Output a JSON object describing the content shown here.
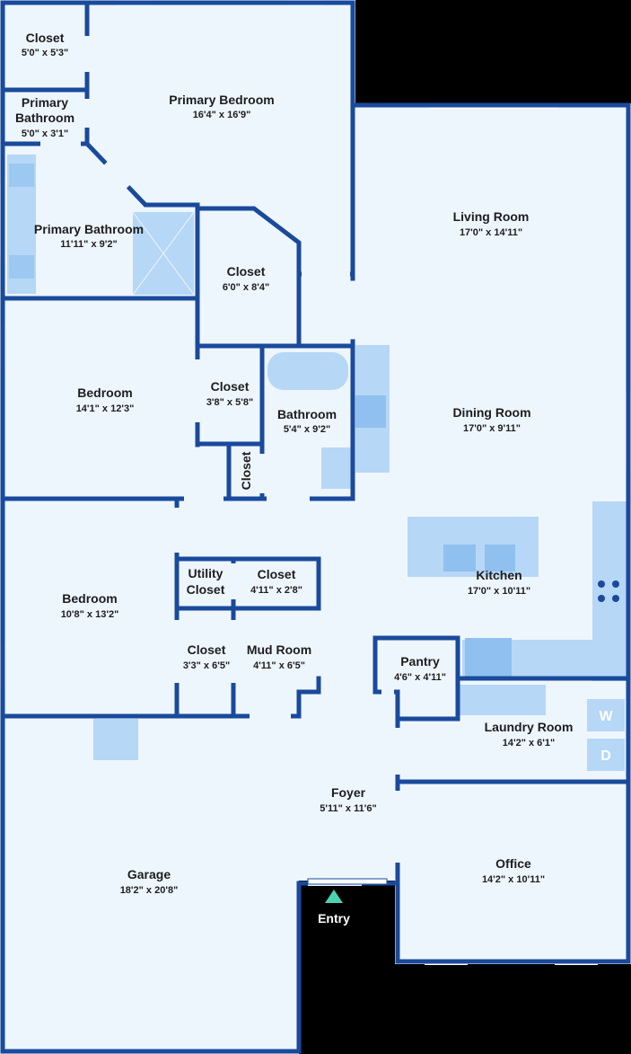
{
  "rooms": {
    "closet_top": {
      "name": "Closet",
      "dim": "5'0\" x 5'3\""
    },
    "primary_bedroom": {
      "name": "Primary Bedroom",
      "dim": "16'4\" x 16'9\""
    },
    "primary_bath_small": {
      "name_line1": "Primary",
      "name_line2": "Bathroom",
      "dim": "5'0\" x 3'1\""
    },
    "primary_bathroom": {
      "name": "Primary Bathroom",
      "dim": "11'11\" x 9'2\""
    },
    "closet_walkin": {
      "name": "Closet",
      "dim": "6'0\" x 8'4\""
    },
    "living_room": {
      "name": "Living Room",
      "dim": "17'0\" x 14'11\""
    },
    "bedroom_1": {
      "name": "Bedroom",
      "dim": "14'1\" x 12'3\""
    },
    "closet_b1": {
      "name": "Closet",
      "dim": "3'8\" x 5'8\""
    },
    "bathroom": {
      "name": "Bathroom",
      "dim": "5'4\" x 9'2\""
    },
    "closet_vertical": {
      "name": "Closet"
    },
    "dining_room": {
      "name": "Dining Room",
      "dim": "17'0\" x 9'11\""
    },
    "bedroom_2": {
      "name": "Bedroom",
      "dim": "10'8\" x 13'2\""
    },
    "utility_closet": {
      "name_line1": "Utility",
      "name_line2": "Closet"
    },
    "closet_hall": {
      "name": "Closet",
      "dim": "4'11\" x 2'8\""
    },
    "kitchen": {
      "name": "Kitchen",
      "dim": "17'0\" x 10'11\""
    },
    "closet_b2": {
      "name": "Closet",
      "dim": "3'3\" x 6'5\""
    },
    "mud_room": {
      "name": "Mud Room",
      "dim": "4'11\" x 6'5\""
    },
    "pantry": {
      "name": "Pantry",
      "dim": "4'6\" x 4'11\""
    },
    "laundry_room": {
      "name": "Laundry Room",
      "dim": "14'2\" x 6'1\""
    },
    "foyer": {
      "name": "Foyer",
      "dim": "5'11\" x 11'6\""
    },
    "garage": {
      "name": "Garage",
      "dim": "18'2\" x 20'8\""
    },
    "office": {
      "name": "Office",
      "dim": "14'2\" x 10'11\""
    }
  },
  "entry_label": "Entry",
  "washer_letter": "W",
  "dryer_letter": "D",
  "colors": {
    "wall": "#1a4a9c",
    "floor": "#eef6fd",
    "fixture": "#b6d7f6",
    "outside": "#000000",
    "entry_arrow": "#4dd2b0"
  }
}
